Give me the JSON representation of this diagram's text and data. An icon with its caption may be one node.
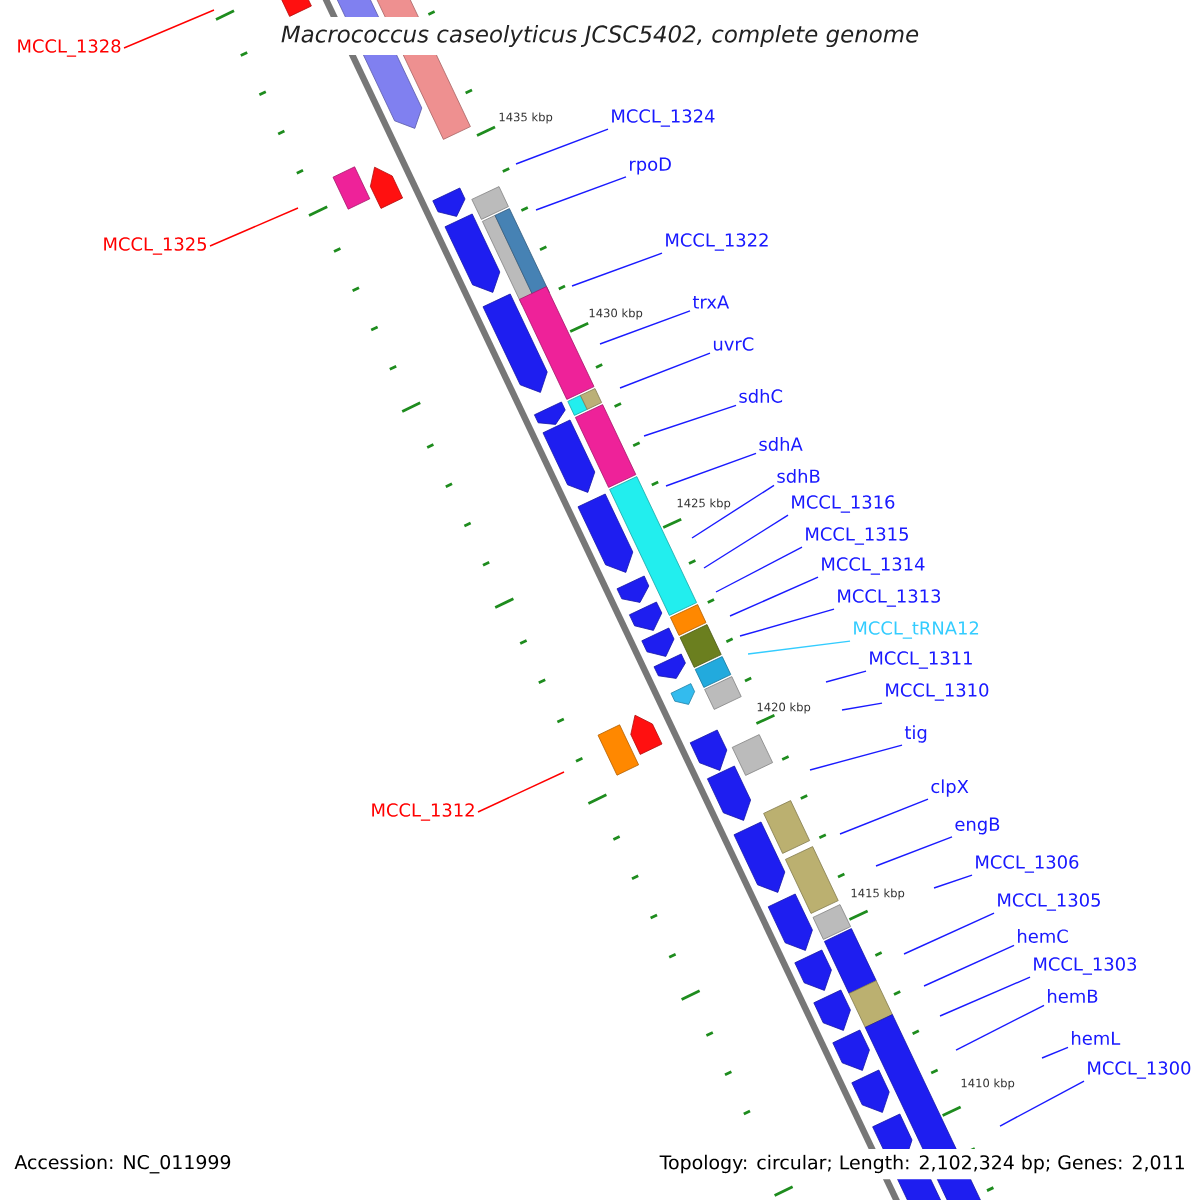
{
  "diagram": {
    "title": "Macrococcus caseolyticus JCSC5402, complete genome",
    "nodes": [
      {
        "text": [
          "MCCL_1328"
        ]
      },
      {
        "text": [
          "MCCL_1324"
        ]
      },
      {
        "text": [
          "rpoD"
        ]
      },
      {
        "text": [
          "MCCL_1322"
        ]
      },
      {
        "text": [
          "MCCL_1325"
        ]
      },
      {
        "text": [
          "trxA"
        ]
      },
      {
        "text": [
          "uvrC"
        ]
      },
      {
        "text": [
          "sdhC"
        ]
      },
      {
        "text": [
          "sdhA"
        ]
      },
      {
        "text": [
          "sdhB"
        ]
      },
      {
        "text": [
          "MCCL_1316"
        ]
      },
      {
        "text": [
          "MCCL_1315"
        ]
      },
      {
        "text": [
          "MCCL_1314"
        ]
      },
      {
        "text": [
          "MCCL_1313"
        ]
      },
      {
        "text": [
          "MCCL_tRNA12"
        ]
      },
      {
        "text": [
          "MCCL_1311"
        ]
      },
      {
        "text": [
          "MCCL_1310"
        ]
      },
      {
        "text": [
          "tig"
        ]
      },
      {
        "text": [
          "clpX"
        ]
      },
      {
        "text": [
          "MCCL_1312"
        ]
      },
      {
        "text": [
          "engB"
        ]
      },
      {
        "text": [
          "MCCL_1306"
        ]
      },
      {
        "text": [
          "MCCL_1305"
        ]
      },
      {
        "text": [
          "hemC"
        ]
      },
      {
        "text": [
          "MCCL_1303"
        ]
      },
      {
        "text": [
          "hemB"
        ]
      },
      {
        "text": [
          "hemL"
        ]
      },
      {
        "text": [
          "MCCL_1300"
        ]
      }
    ],
    "edges": [
      {
        "from": 0,
        "to": null,
        "arrow": "none",
        "color": "#ff0000"
      },
      {
        "from": 1,
        "to": null,
        "arrow": "none"
      },
      {
        "from": 2,
        "to": null,
        "arrow": "none"
      },
      {
        "from": 3,
        "to": null,
        "arrow": "none"
      },
      {
        "from": 4,
        "to": null,
        "arrow": "none",
        "color": "#ff0000"
      },
      {
        "from": 5,
        "to": null,
        "arrow": "none"
      },
      {
        "from": 6,
        "to": null,
        "arrow": "none"
      },
      {
        "from": 7,
        "to": null,
        "arrow": "none"
      },
      {
        "from": 8,
        "to": null,
        "arrow": "none"
      },
      {
        "from": 9,
        "to": null,
        "arrow": "none"
      },
      {
        "from": 10,
        "to": null,
        "arrow": "none"
      },
      {
        "from": 11,
        "to": null,
        "arrow": "none"
      },
      {
        "from": 12,
        "to": null,
        "arrow": "none"
      },
      {
        "from": 13,
        "to": null,
        "arrow": "none"
      },
      {
        "from": 14,
        "to": null,
        "arrow": "none",
        "color": "#33ccff"
      },
      {
        "from": 15,
        "to": null,
        "arrow": "none"
      },
      {
        "from": 16,
        "to": null,
        "arrow": "none"
      },
      {
        "from": 17,
        "to": null,
        "arrow": "none"
      },
      {
        "from": 18,
        "to": null,
        "arrow": "none"
      },
      {
        "from": 19,
        "to": null,
        "arrow": "none",
        "color": "#ff0000"
      },
      {
        "from": 20,
        "to": null,
        "arrow": "none"
      },
      {
        "from": 21,
        "to": null,
        "arrow": "none"
      },
      {
        "from": 22,
        "to": null,
        "arrow": "none"
      },
      {
        "from": 23,
        "to": null,
        "arrow": "none"
      },
      {
        "from": 24,
        "to": null,
        "arrow": "none"
      },
      {
        "from": 25,
        "to": null,
        "arrow": "none"
      },
      {
        "from": 26,
        "to": null,
        "arrow": "none"
      },
      {
        "from": 27,
        "to": null,
        "arrow": "none"
      }
    ],
    "labels": [
      "1435 kbp",
      "1430 kbp",
      "1425 kbp",
      "1420 kbp",
      "1415 kbp",
      "1410 kbp",
      "Accession: NC_011999",
      "Topology: circular; Length: 2,102,324 bp; Genes: 2,011"
    ]
  }
}
